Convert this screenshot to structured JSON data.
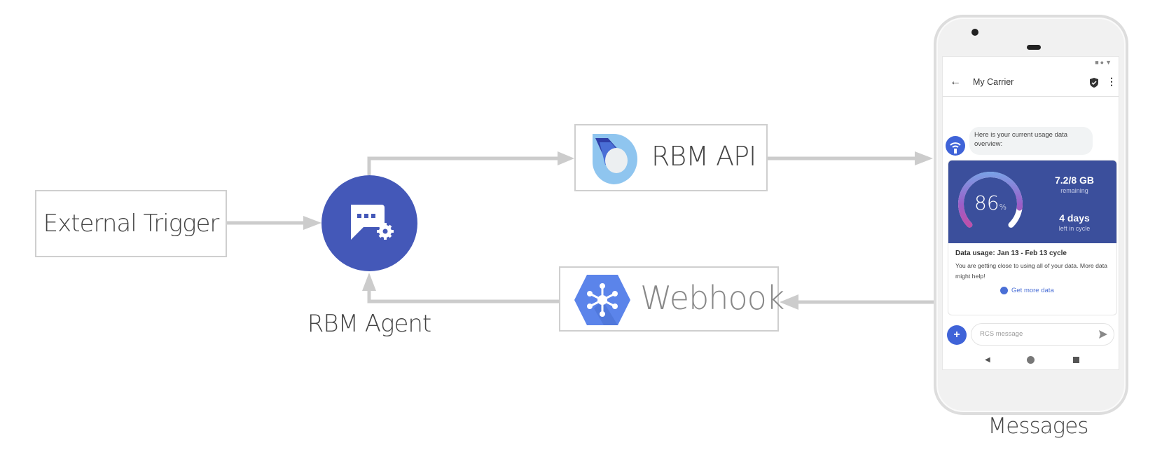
{
  "nodes": {
    "external_trigger": "External Trigger",
    "rbm_agent": "RBM Agent",
    "rbm_api": "RBM API",
    "webhook": "Webhook",
    "messages": "Messages"
  },
  "phone": {
    "title": "My Carrier",
    "bubble_text": "Here is your current usage data overview:",
    "gauge_value": "86",
    "gauge_unit": "%",
    "gauge_percent": 86,
    "data_amount": "7.2/8 GB",
    "data_caption": "remaining",
    "days": "4 days",
    "days_caption": "left in cycle",
    "card_title": "Data usage: Jan 13 - Feb 13 cycle",
    "card_body": "You are getting close to using all of your data. More data might help!",
    "action_label": "Get more data",
    "input_placeholder": "RCS message"
  },
  "colors": {
    "agent": "#4458b8",
    "card": "#3b4f9c",
    "connector": "#cccccc",
    "link": "#4a6fd6"
  }
}
